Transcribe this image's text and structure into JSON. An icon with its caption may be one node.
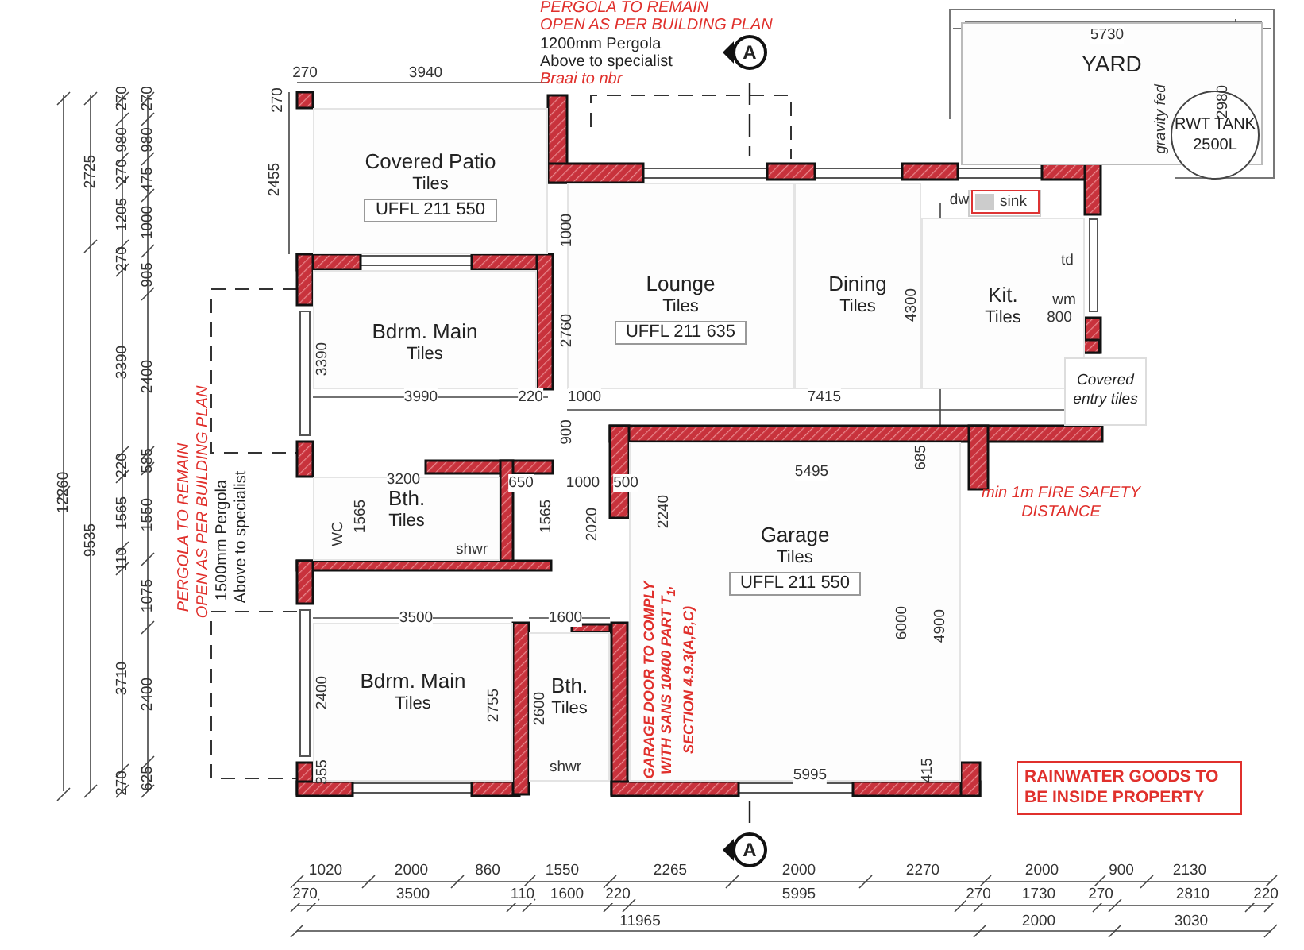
{
  "diagram": {
    "nodes": [
      {
        "text": [
          "Covered Patio",
          "Tiles",
          "UFFL 211 550"
        ]
      },
      {
        "text": [
          "Bdrm. Main",
          "Tiles"
        ]
      },
      {
        "text": [
          "Lounge",
          "Tiles",
          "UFFL 211 635"
        ]
      },
      {
        "text": [
          "Dining",
          "Tiles"
        ]
      },
      {
        "text": [
          "Kit.",
          "Tiles"
        ]
      },
      {
        "text": [
          "YARD"
        ]
      },
      {
        "text": [
          "RWT TANK 2500L"
        ],
        "in": 5
      },
      {
        "text": [
          "Bth.",
          "Tiles"
        ]
      },
      {
        "text": [
          "Garage",
          "Tiles",
          "UFFL 211 550"
        ]
      },
      {
        "text": [
          "Bdrm. Main",
          "Tiles"
        ]
      },
      {
        "text": [
          "Bth.",
          "Tiles"
        ]
      },
      {
        "text": [
          "Covered entry tiles"
        ]
      },
      {
        "text": [
          "RAINWATER GOODS TO BE INSIDE PROPERTY"
        ]
      },
      {
        "text": [
          "A"
        ]
      },
      {
        "text": [
          "A"
        ]
      }
    ],
    "labels": [
      "PERGOLA TO REMAIN",
      "OPEN AS PER BUILDING PLAN",
      "1200mm Pergola",
      "Above to specialist",
      "Braai to nbr",
      "5730",
      "2980",
      "gravity fed",
      "270",
      "3940",
      "270",
      "2455",
      "1000",
      "dw",
      "sink",
      "td",
      "wm",
      "800",
      "2760",
      "4300",
      "3390",
      "3990",
      "220",
      "1000",
      "7415",
      "900",
      "5495",
      "685",
      "3200",
      "650",
      "1000",
      "500",
      "1565",
      "1565",
      "2020",
      "2240",
      "WC",
      "shwr",
      "3500",
      "1600",
      "6000",
      "4900",
      "2400",
      "2755",
      "2600",
      "shwr",
      "355",
      "5995",
      "415",
      "GARAGE DOOR TO COMPLY WITH SANS 10400 PART T$_{1}$, SECTION 4.9.3(A,B,C)",
      "min 1m FIRE SAFETY DISTANCE",
      "PERGOLA TO REMAIN",
      "OPEN AS PER BUILDING PLAN",
      "1500mm Pergola",
      "Above to specialist",
      "12260",
      "2725",
      "9535",
      "270",
      "980",
      "270",
      "1205",
      "270",
      "3390",
      "220",
      "1565",
      "110",
      "3710",
      "270",
      "270",
      "980",
      "475",
      "1000",
      "905",
      "2400",
      "585",
      "1550",
      "1075",
      "2400",
      "625",
      "1020",
      "2000",
      "860",
      "1550",
      "2265",
      "2000",
      "2270",
      "2000",
      "900",
      "2130",
      "270",
      "3500",
      "110",
      "1600",
      "220",
      "5995",
      "270",
      "1730",
      "270",
      "2810",
      "220",
      "11965",
      "2000",
      "3030"
    ]
  }
}
